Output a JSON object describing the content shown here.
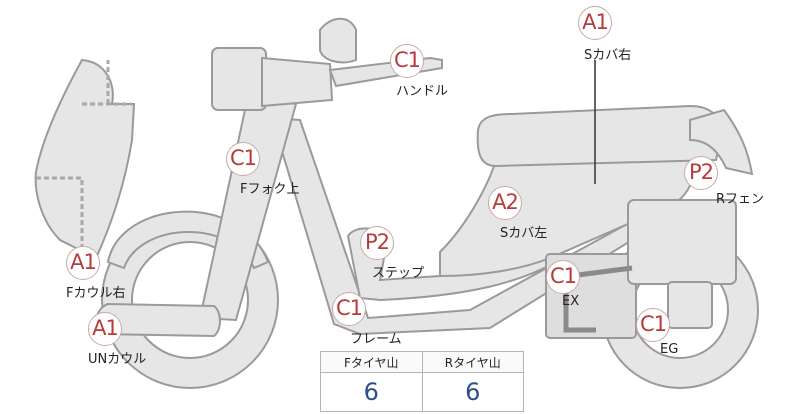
{
  "parts": [
    {
      "id": "s-cover-right",
      "grade": "A1",
      "label": "Sカバ右"
    },
    {
      "id": "handle",
      "grade": "C1",
      "label": "ハンドル"
    },
    {
      "id": "f-fork-upper",
      "grade": "C1",
      "label": "Fフォク上"
    },
    {
      "id": "r-fender",
      "grade": "P2",
      "label": "Rフェン"
    },
    {
      "id": "s-cover-left",
      "grade": "A2",
      "label": "Sカバ左"
    },
    {
      "id": "step",
      "grade": "P2",
      "label": "ステップ"
    },
    {
      "id": "f-cowl-right",
      "grade": "A1",
      "label": "Fカウル右"
    },
    {
      "id": "ex",
      "grade": "C1",
      "label": "EX"
    },
    {
      "id": "frame",
      "grade": "C1",
      "label": "フレーム"
    },
    {
      "id": "un-cowl",
      "grade": "A1",
      "label": "UNカウル"
    },
    {
      "id": "eg",
      "grade": "C1",
      "label": "EG"
    }
  ],
  "tread": {
    "front_label": "Fタイヤ山",
    "rear_label": "Rタイヤ山",
    "front_value": "6",
    "rear_value": "6"
  },
  "colors": {
    "grade": "#b83b3b",
    "tread_value": "#2c4f8c",
    "part_fill": "#e6e6e6"
  }
}
